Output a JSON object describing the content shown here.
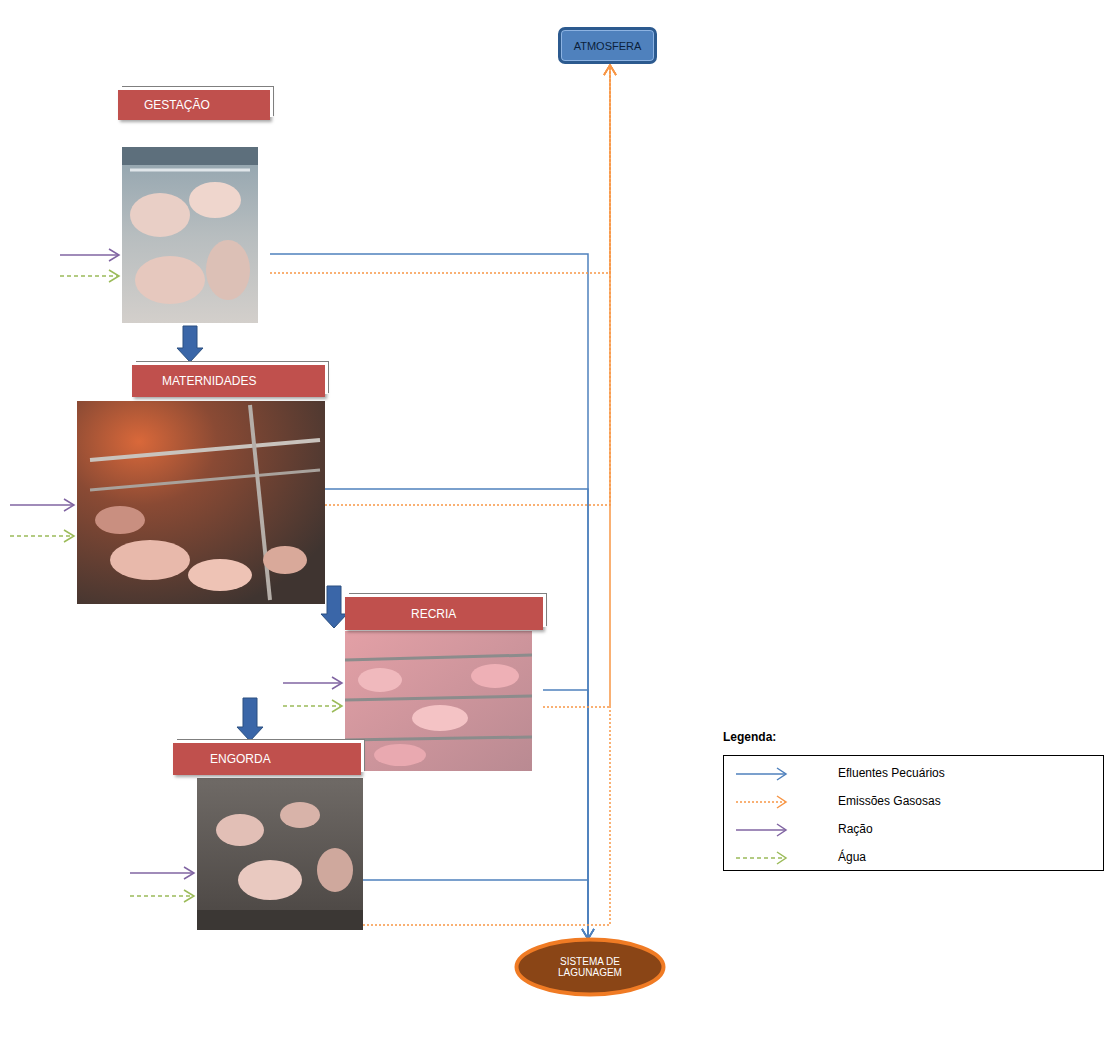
{
  "diagram": {
    "nodes": [
      {
        "text": [
          "ATMOSFERA"
        ]
      },
      {
        "text": [
          "GESTAÇÃO"
        ]
      },
      {
        "text": [
          "MATERNIDADES"
        ]
      },
      {
        "text": [
          "RECRIA"
        ]
      },
      {
        "text": [
          "ENGORDA"
        ]
      },
      {
        "text": [
          "SISTEMA DE LAGUNAGEM"
        ]
      }
    ],
    "edges": [
      {
        "from": 1,
        "to": 2,
        "arrow": "to"
      },
      {
        "from": 2,
        "to": 3,
        "arrow": "to"
      },
      {
        "from": 3,
        "to": 4,
        "arrow": "to"
      },
      {
        "from": 1,
        "to": 5,
        "arrow": "to"
      },
      {
        "from": 2,
        "to": 5,
        "arrow": "to"
      },
      {
        "from": 3,
        "to": 5,
        "arrow": "to"
      },
      {
        "from": 4,
        "to": 5,
        "arrow": "to"
      },
      {
        "from": 1,
        "to": 0,
        "arrow": "to"
      },
      {
        "from": 2,
        "to": 0,
        "arrow": "to"
      },
      {
        "from": 3,
        "to": 0,
        "arrow": "to"
      },
      {
        "from": 4,
        "to": 0,
        "arrow": "to"
      }
    ],
    "labels": [
      "Legenda:"
    ],
    "legend": [
      {
        "text": "Efluentes Pecuários"
      },
      {
        "text": "Emissões Gasosas"
      },
      {
        "text": "Ração"
      },
      {
        "text": "Água"
      }
    ]
  }
}
